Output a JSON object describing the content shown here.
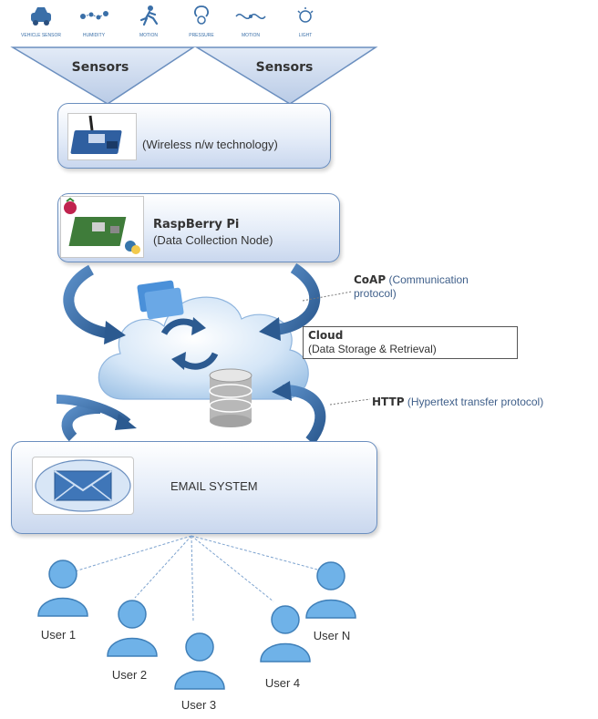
{
  "sensor_icons": [
    {
      "name": "car-icon",
      "caption": "VEHICLE SENSOR"
    },
    {
      "name": "network-dots-icon",
      "caption": "HUMIDITY"
    },
    {
      "name": "runner-icon",
      "caption": "MOTION"
    },
    {
      "name": "pressure-icon",
      "caption": "PRESSURE"
    },
    {
      "name": "wave-icon",
      "caption": "MOTION"
    },
    {
      "name": "light-icon",
      "caption": "LIGHT"
    }
  ],
  "funnels": [
    {
      "label": "Sensors"
    },
    {
      "label": "Sensors"
    }
  ],
  "wireless_box": {
    "label": "(Wireless n/w technology)"
  },
  "raspberry_box": {
    "title": "RaspBerry Pi",
    "subtitle": "(Data Collection Node)"
  },
  "coap_note": {
    "bold": "CoAP",
    "text": " (Communication",
    "line2": "protocol)"
  },
  "cloud_note": {
    "title": "Cloud",
    "subtitle": "(Data Storage & Retrieval)"
  },
  "http_note": {
    "bold": "HTTP",
    "text": " (Hypertext transfer protocol)"
  },
  "email_box": {
    "label": "EMAIL SYSTEM"
  },
  "users": [
    {
      "label": "User 1"
    },
    {
      "label": "User 2"
    },
    {
      "label": "User 3"
    },
    {
      "label": "User 4"
    },
    {
      "label": "User N"
    }
  ],
  "colors": {
    "accent": "#3a6fa8",
    "box_border": "#6b8fbf",
    "arrow": "#3d6fa6",
    "user": "#6fb2e8"
  }
}
